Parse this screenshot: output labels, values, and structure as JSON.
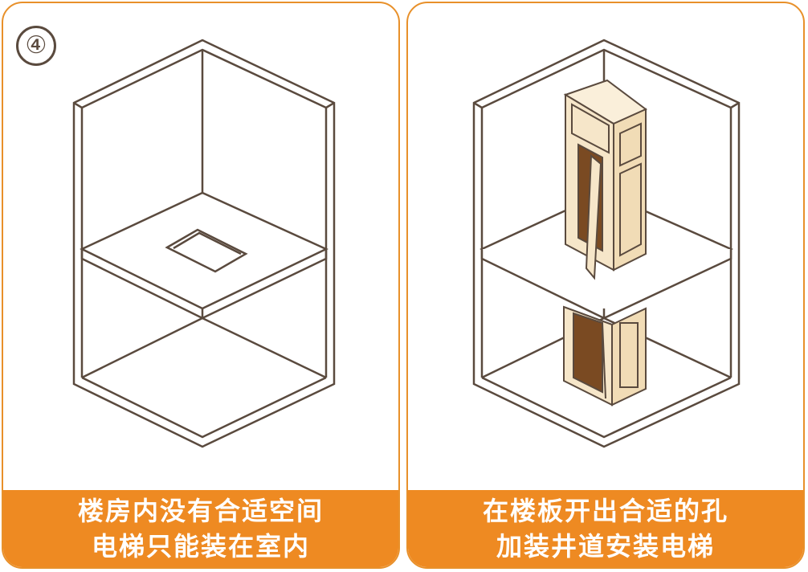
{
  "step_marker": "④",
  "panels": [
    {
      "caption_line1": "楼房内没有合适空间",
      "caption_line2": "电梯只能装在室内"
    },
    {
      "caption_line1": "在楼板开出合适的孔",
      "caption_line2": "加装井道安装电梯"
    }
  ],
  "colors": {
    "accent": "#ee8a22",
    "border": "#e8902a",
    "line": "#5a4a3e",
    "shaft": "#f6e6c9",
    "door": "#7a4a22"
  }
}
